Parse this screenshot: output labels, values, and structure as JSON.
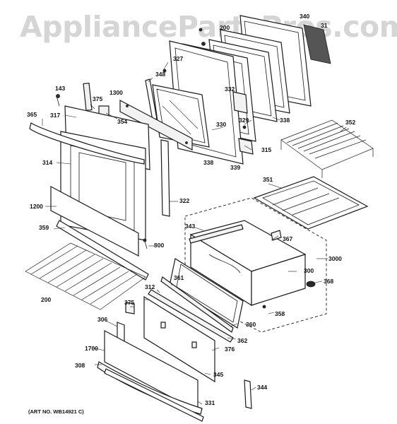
{
  "watermark": "AppliancePartsPros.com",
  "art_number": "(ART NO. WB14921 C)",
  "callouts": {
    "c31": "31",
    "c200": "200",
    "c340": "340",
    "c327": "327",
    "c348": "348",
    "c143": "143",
    "c1300": "1300",
    "c375a": "375",
    "c332": "332",
    "c365": "365",
    "c317": "317",
    "c354": "354",
    "c330": "330",
    "c329": "329",
    "c338a": "338",
    "c352": "352",
    "c315": "315",
    "c314": "314",
    "c338b": "338",
    "c339": "339",
    "c351": "351",
    "c322": "322",
    "c1200": "1200",
    "c343": "343",
    "c367": "367",
    "c359": "359",
    "c800": "800",
    "c3000": "3000",
    "c361": "361",
    "c300": "300",
    "c368": "368",
    "c312": "312",
    "c200b": "200",
    "c375b": "375",
    "c358": "358",
    "c306": "306",
    "c360": "360",
    "c362": "362",
    "c1700": "1700",
    "c376": "376",
    "c308": "308",
    "c345": "345",
    "c344": "344",
    "c331": "331"
  }
}
